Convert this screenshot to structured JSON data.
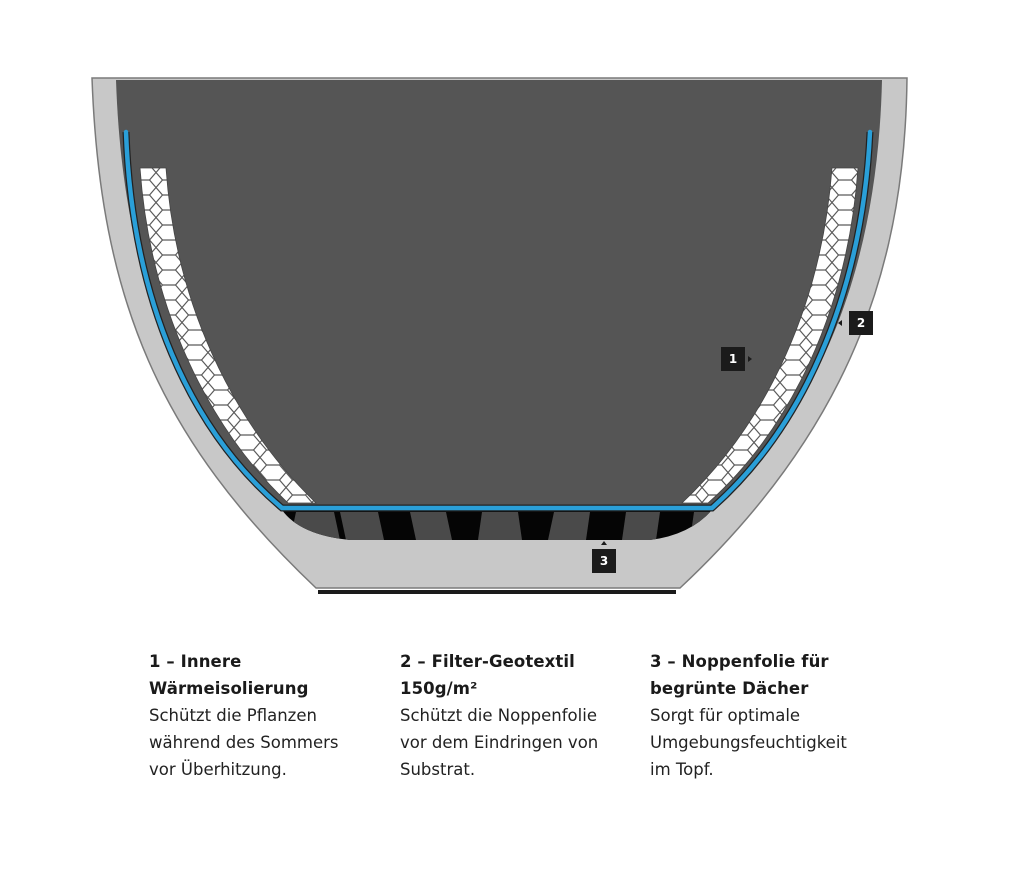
{
  "diagram": {
    "subject": "planter-pot-cross-section",
    "colors": {
      "pot_shell": "#c8c8c8",
      "pot_outline": "#7a7a7a",
      "substrate": "#555555",
      "geotextile": "#2a9fd8",
      "insulation": "#ffffff",
      "insulation_lines": "#555555",
      "drainage_dark": "#050505",
      "drainage_light": "#4a4a4a",
      "base_bar": "#1b1b1b",
      "callout_bg": "#1b1b1b",
      "callout_text": "#ffffff"
    },
    "callouts": [
      {
        "id": "1",
        "label": "1"
      },
      {
        "id": "2",
        "label": "2"
      },
      {
        "id": "3",
        "label": "3"
      }
    ]
  },
  "legend": [
    {
      "number": "1",
      "title_line1": "1 – Innere",
      "title_line2": "Wärmeisolierung",
      "desc_line1": "Schützt die Pflanzen",
      "desc_line2": "während des Sommers",
      "desc_line3": "vor Überhitzung."
    },
    {
      "number": "2",
      "title_line1": "2 – Filter-Geotextil",
      "title_line2": "150g/m²",
      "desc_line1": "Schützt die Noppenfolie",
      "desc_line2": "vor dem Eindringen von",
      "desc_line3": "Substrat."
    },
    {
      "number": "3",
      "title_line1": "3 – Noppenfolie für",
      "title_line2": "begrünte Dächer",
      "desc_line1": "Sorgt für optimale",
      "desc_line2": "Umgebungsfeuchtigkeit",
      "desc_line3": "im Topf."
    }
  ]
}
